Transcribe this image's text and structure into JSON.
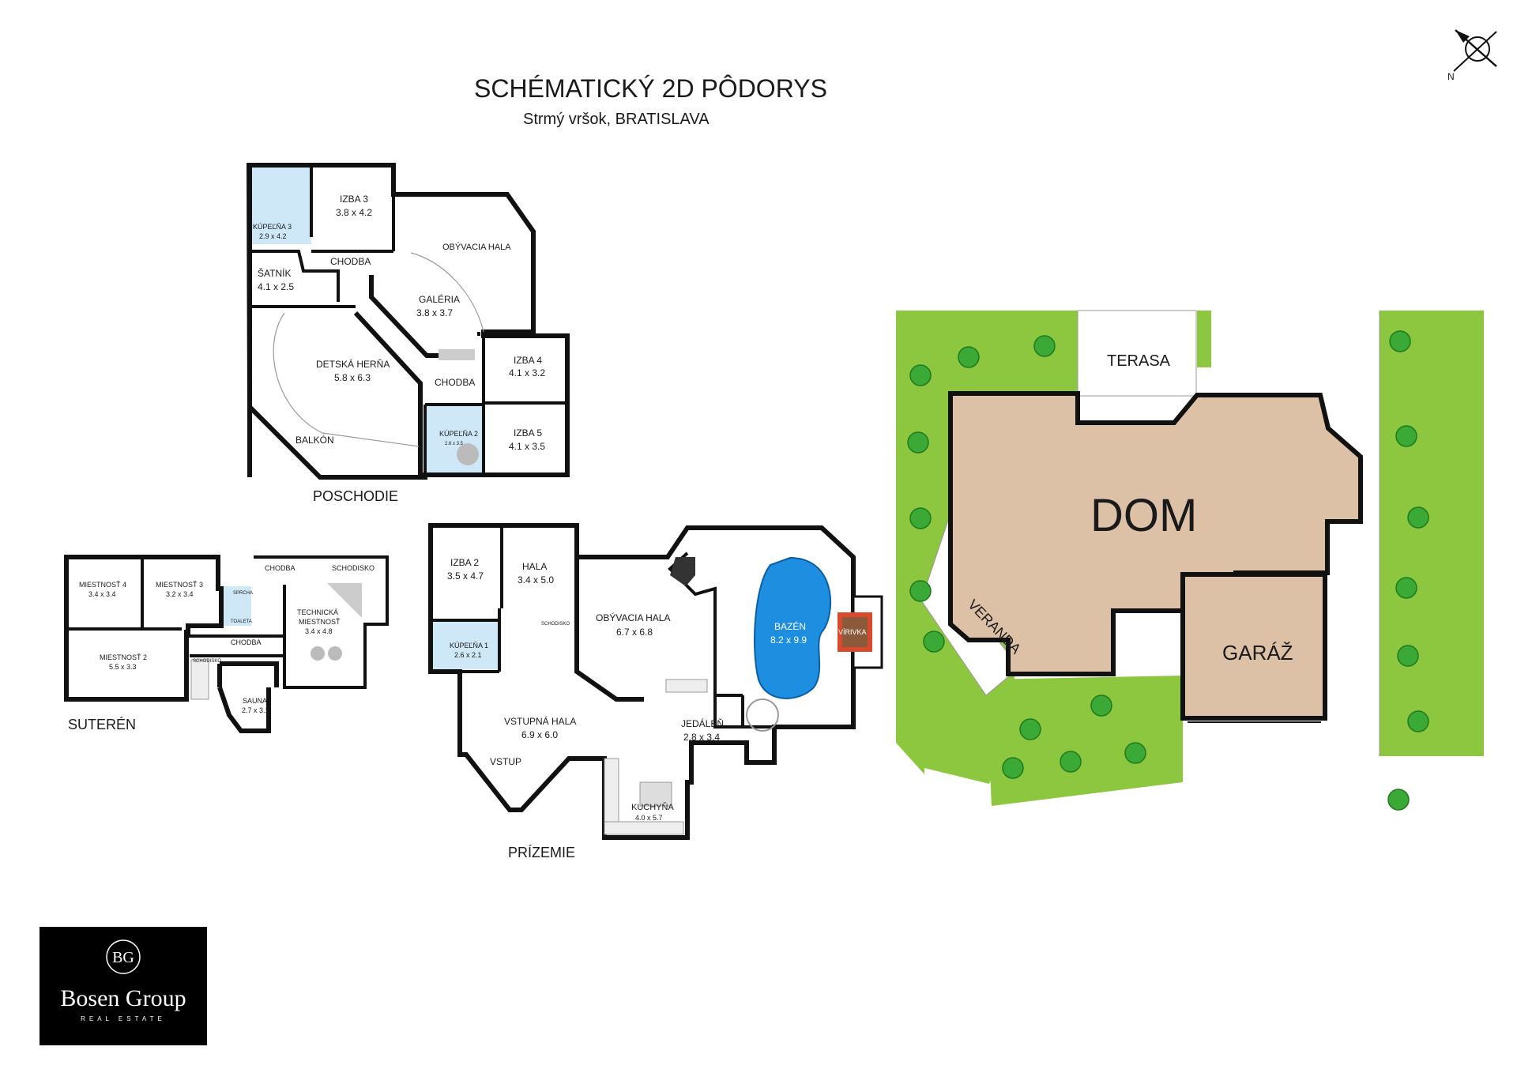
{
  "header": {
    "title": "SCHÉMATICKÝ 2D PÔDORYS",
    "subtitle": "Strmý vršok, BRATISLAVA"
  },
  "compass": {
    "label": "N"
  },
  "levels": {
    "upper": "POSCHODIE",
    "basement": "SUTERÉN",
    "ground": "PRÍZEMIE"
  },
  "upper_rooms": {
    "kupelna3": {
      "name": "KÚPEĽŇA 3",
      "size": "2.9 x 4.2"
    },
    "izba3": {
      "name": "IZBA 3",
      "size": "3.8 x 4.2"
    },
    "obyvacia": {
      "name": "OBÝVACIA HALA"
    },
    "satnik": {
      "name": "ŠATNÍK",
      "size": "4.1 x 2.5"
    },
    "chodba1": {
      "name": "CHODBA"
    },
    "galeria": {
      "name": "GALÉRIA",
      "size": "3.8 x 3.7"
    },
    "herna": {
      "name": "DETSKÁ HERŇA",
      "size": "5.8 x 6.3"
    },
    "chodba2": {
      "name": "CHODBA"
    },
    "izba4": {
      "name": "IZBA 4",
      "size": "4.1 x 3.2"
    },
    "kupelna2": {
      "name": "KÚPEĽŇA 2",
      "size": "2.6 x 3.5"
    },
    "izba5": {
      "name": "IZBA 5",
      "size": "4.1 x 3.5"
    },
    "balkon": {
      "name": "BALKÓN"
    }
  },
  "basement_rooms": {
    "m4": {
      "name": "MIESTNOSŤ 4",
      "size": "3.4 x 3.4"
    },
    "m3": {
      "name": "MIESTNOSŤ 3",
      "size": "3.2 x 3.4"
    },
    "chodba_top": {
      "name": "CHODBA"
    },
    "schodisko": {
      "name": "SCHODISKO"
    },
    "sprcha": {
      "name": "SPRCHA"
    },
    "toaleta": {
      "name": "TOALETA"
    },
    "tech_line1": "TECHNICKÁ",
    "tech_line2": "MIESTNOSŤ",
    "tech_size": "3.4 x 4.8",
    "chodba": {
      "name": "CHODBA"
    },
    "m2": {
      "name": "MIESTNOSŤ 2",
      "size": "5.5 x 3.3"
    },
    "schody": "SCHODISKO",
    "sauna": {
      "name": "SAUNA",
      "size": "2.7 x 3.1"
    }
  },
  "ground_rooms": {
    "izba2": {
      "name": "IZBA 2",
      "size": "3.5 x 4.7"
    },
    "hala": {
      "name": "HALA",
      "size": "3.4 x 5.0"
    },
    "schodisko": "SCHODISKO",
    "obyvacia": {
      "name": "OBÝVACIA HALA",
      "size": "6.7 x 6.8"
    },
    "kupelna1": {
      "name": "KÚPEĽŇA 1",
      "size": "2.6 x 2.1"
    },
    "vstupna": {
      "name": "VSTUPNÁ HALA",
      "size": "6.9 x 6.0"
    },
    "vstup": "VSTUP",
    "jedalen": {
      "name": "JEDÁLEŇ",
      "size": "2.8 x 3.4"
    },
    "kuchyna": {
      "name": "KUCHYŇA",
      "size": "4.0 x 5.7"
    },
    "bazen": {
      "name": "BAZÉN",
      "size": "8.2 x 9.9"
    },
    "virivka": "VÍRIVKA"
  },
  "site": {
    "terasa": "TERASA",
    "dom": "DOM",
    "veranda": "VERANDA",
    "garaz": "GARÁŽ"
  },
  "logo": {
    "name": "Bosen Group",
    "tagline": "REAL ESTATE",
    "monogram": "BG"
  },
  "colors": {
    "garden": "#8dc63f",
    "house": "#dcc1a7",
    "bathroom": "#cfe8f7",
    "pool": "#1e8fe0",
    "logo_bg": "#000000"
  }
}
